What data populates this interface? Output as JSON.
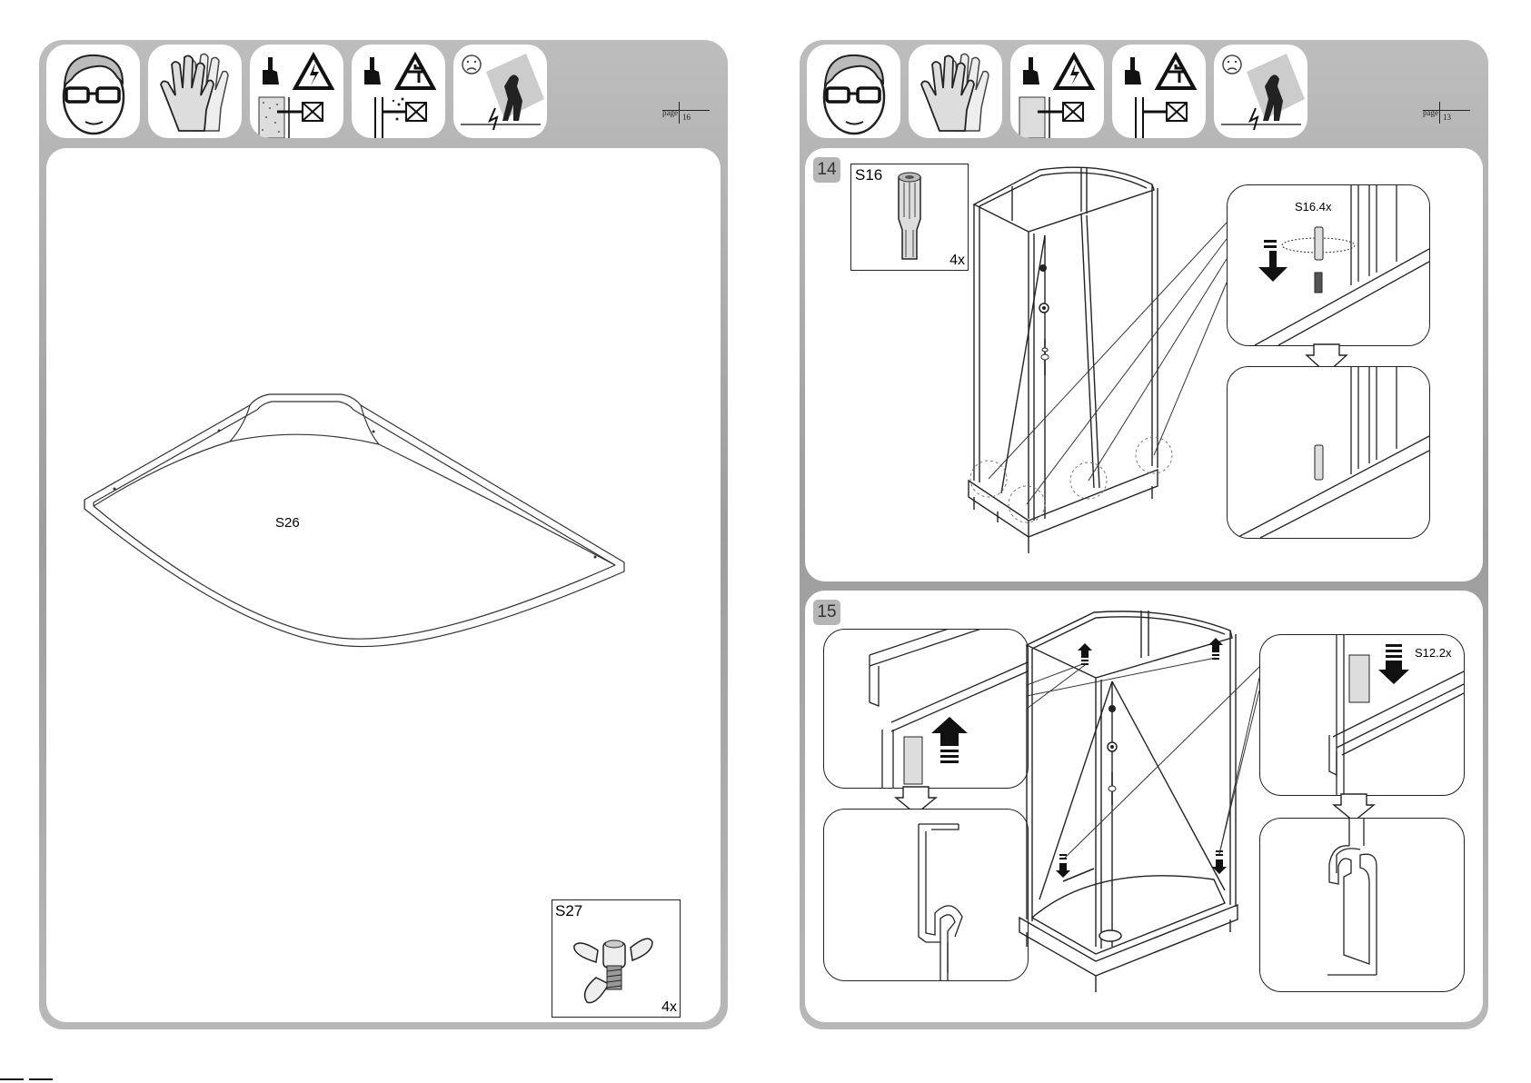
{
  "pages": {
    "left": {
      "page_label": "page",
      "page_number": "16",
      "parts": {
        "tray_label": "S26",
        "nut_label": "S27",
        "nut_qty": "4x"
      }
    },
    "right": {
      "page_label": "page",
      "page_number": "13",
      "step14": {
        "number": "14",
        "part_label": "S16",
        "part_qty": "4x",
        "detail_label": "S16.4x"
      },
      "step15": {
        "number": "15",
        "detail_label": "S12.2x"
      }
    }
  },
  "safety_icons": [
    "safety-glasses-icon",
    "gloves-icon",
    "electric-hazard-icon",
    "water-pipe-hazard-icon",
    "glass-breakage-icon"
  ],
  "colors": {
    "frame_gray": "#a8a8a8",
    "panel_white": "#ffffff",
    "step_badge": "#b5b5b5"
  }
}
